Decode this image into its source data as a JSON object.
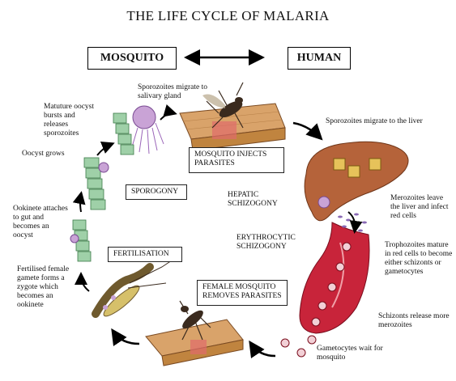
{
  "title": "THE LIFE CYCLE OF MALARIA",
  "headers": {
    "mosquito": "MOSQUITO",
    "human": "HUMAN"
  },
  "boxes": {
    "mosquito_injects": "MOSQUITO INJECTS PARASITES",
    "sporogony": "SPOROGONY",
    "hepatic": "HEPATIC SCHIZOGONY",
    "erythrocytic": "ERYTHROCYTIC SCHIZOGONY",
    "fertilisation": "FERTILISATION",
    "female_mosquito": "FEMALE MOSQUITO REMOVES PARASITES"
  },
  "labels": {
    "sporozoites_salivary": "Sporozoites migrate to salivary gland",
    "mature_oocyst": "Matuture oocyst bursts and releases sporozoites",
    "oocyst_grows": "Oocyst grows",
    "ookinete": "Ookinete attaches to gut and becomes an oocyst",
    "fertilised": "Fertilised female gamete forms a zygote which becomes an ookinete",
    "sporozoites_liver": "Sporozoites migrate to the liver",
    "merozoites_leave": "Merozoites leave the liver and infect red cells",
    "trophozoites": "Trophozoites mature in red cells to become either schizonts or gametocytes",
    "schizonts": "Schizonts release more merozoites",
    "gametocytes": "Gametocytes wait for mosquito"
  },
  "colors": {
    "liver": "#b5633a",
    "blood_vessel": "#c8243a",
    "skin": "#d9a36a",
    "gut_cells": "#9fd0a8",
    "oocyst": "#c9a3d6",
    "mosquito": "#3a2a1e"
  }
}
